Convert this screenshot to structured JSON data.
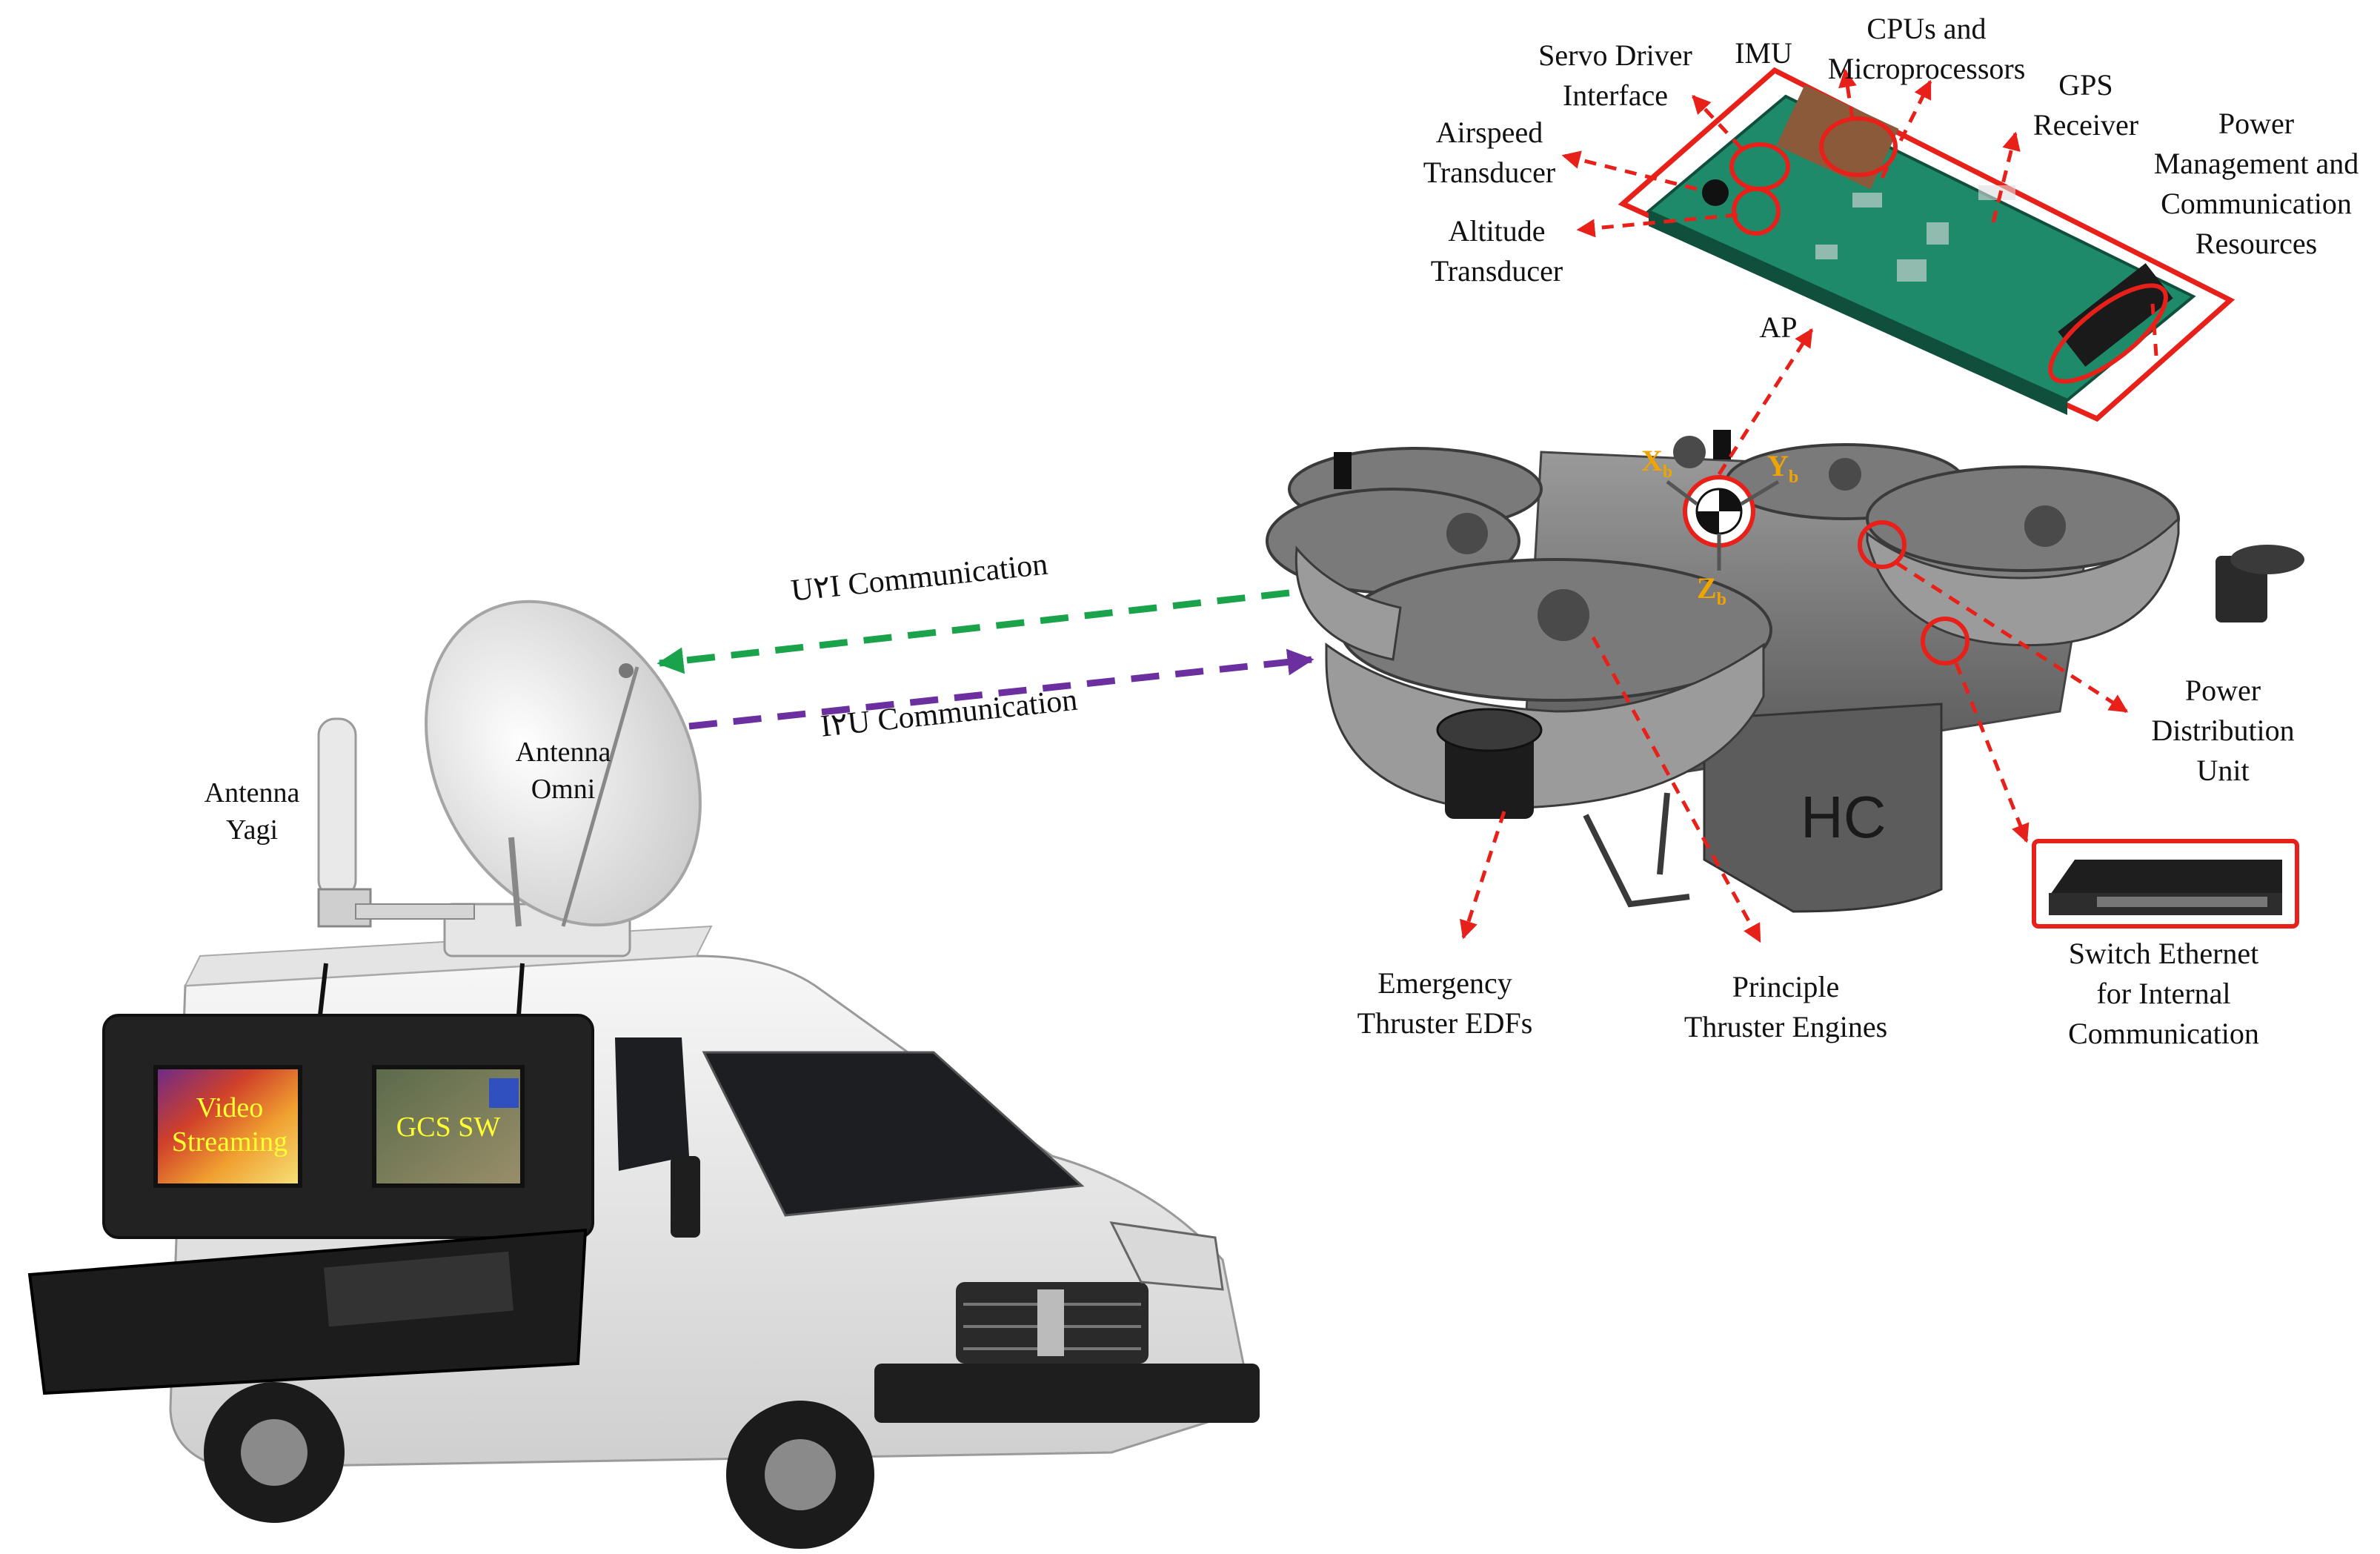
{
  "labels": {
    "servo": "Servo Driver\nInterface",
    "imu": "IMU",
    "cpu": "CPUs and\nMicroprocessors",
    "gps": "GPS\nReceiver",
    "power_mgmt": "Power\nManagement and\nCommunication\nResources",
    "airspeed": "Airspeed\nTransducer",
    "altitude": "Altitude\nTransducer",
    "ap": "AP",
    "power_dist": "Power\nDistribution\nUnit",
    "switch": "Switch Ethernet\nfor Internal\nCommunication",
    "edf": "Emergency\nThruster EDFs",
    "engines": "Principle\nThruster Engines",
    "antenna_yagi": "Antenna\nYagi",
    "antenna_omni": "Antenna\nOmni",
    "screen_video": "Video\nStreaming",
    "screen_gcs": "GCS SW"
  },
  "links": {
    "u2i": "U۲I Communication",
    "i2u": "I۲U Communication"
  },
  "axes": {
    "x": "X",
    "x_sub": "b",
    "y": "Y",
    "y_sub": "b",
    "z": "Z",
    "z_sub": "b"
  },
  "colors": {
    "annotation": "#e8201a",
    "u2i_link": "#1aa34a",
    "i2u_link": "#6b2fa0",
    "axis_label": "#f0a400",
    "pcb": "#1f8a6a",
    "drone_body": "#6d6d6d",
    "van": "#eeeeee"
  }
}
